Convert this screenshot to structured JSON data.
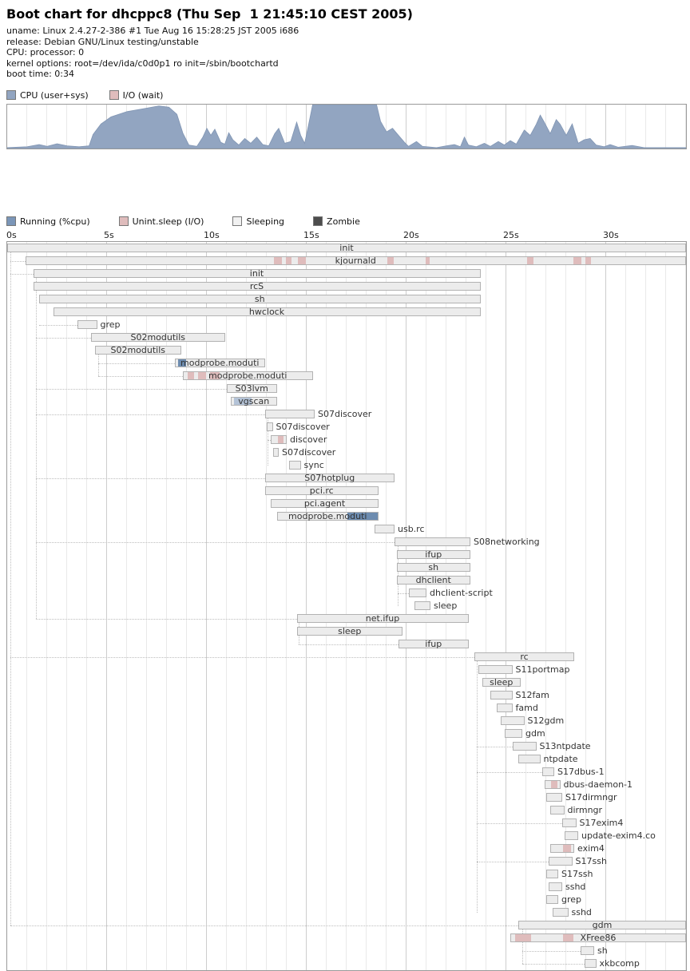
{
  "header": {
    "title": "Boot chart for dhcppc8 (Thu Sep  1 21:45:10 CEST 2005)",
    "info_lines": [
      "uname: Linux 2.4.27-2-386 #1 Tue Aug 16 15:28:25 JST 2005 i686",
      "release: Debian GNU/Linux testing/unstable",
      "CPU: processor: 0",
      "kernel options: root=/dev/ida/c0d0p1 ro init=/sbin/bootchartd",
      "boot time: 0:34"
    ]
  },
  "chart_data": [
    {
      "type": "area",
      "name": "cpu-utilization",
      "legend": [
        {
          "label": "CPU (user+sys)",
          "color": "#92a5c1"
        },
        {
          "label": "I/O (wait)",
          "color": "#dfbcbc"
        }
      ],
      "x_range_s": [
        0,
        34
      ],
      "y_range": [
        0,
        1
      ],
      "curve": [
        [
          0,
          0.02
        ],
        [
          1,
          0.04
        ],
        [
          1.6,
          0.09
        ],
        [
          2,
          0.05
        ],
        [
          2.5,
          0.11
        ],
        [
          3,
          0.06
        ],
        [
          3.6,
          0.04
        ],
        [
          4.1,
          0.06
        ],
        [
          4.3,
          0.32
        ],
        [
          4.7,
          0.56
        ],
        [
          5.2,
          0.72
        ],
        [
          6,
          0.84
        ],
        [
          7,
          0.92
        ],
        [
          7.6,
          0.97
        ],
        [
          8.1,
          0.94
        ],
        [
          8.5,
          0.78
        ],
        [
          8.8,
          0.35
        ],
        [
          9.1,
          0.08
        ],
        [
          9.5,
          0.05
        ],
        [
          9.8,
          0.26
        ],
        [
          10,
          0.46
        ],
        [
          10.2,
          0.3
        ],
        [
          10.4,
          0.44
        ],
        [
          10.7,
          0.14
        ],
        [
          10.9,
          0.1
        ],
        [
          11.1,
          0.36
        ],
        [
          11.3,
          0.2
        ],
        [
          11.6,
          0.08
        ],
        [
          11.9,
          0.23
        ],
        [
          12.2,
          0.12
        ],
        [
          12.5,
          0.26
        ],
        [
          12.8,
          0.09
        ],
        [
          13.1,
          0.06
        ],
        [
          13.4,
          0.34
        ],
        [
          13.6,
          0.46
        ],
        [
          13.9,
          0.12
        ],
        [
          14.2,
          0.16
        ],
        [
          14.5,
          0.6
        ],
        [
          14.7,
          0.3
        ],
        [
          14.9,
          0.12
        ],
        [
          15.1,
          0.55
        ],
        [
          15.3,
          1
        ],
        [
          18.5,
          1
        ],
        [
          18.7,
          0.62
        ],
        [
          19,
          0.38
        ],
        [
          19.3,
          0.46
        ],
        [
          19.6,
          0.3
        ],
        [
          19.9,
          0.14
        ],
        [
          20.1,
          0.05
        ],
        [
          20.5,
          0.16
        ],
        [
          20.8,
          0.05
        ],
        [
          21.5,
          0.02
        ],
        [
          22,
          0.06
        ],
        [
          22.4,
          0.09
        ],
        [
          22.7,
          0.04
        ],
        [
          22.9,
          0.26
        ],
        [
          23.1,
          0.08
        ],
        [
          23.5,
          0.04
        ],
        [
          23.9,
          0.12
        ],
        [
          24.2,
          0.05
        ],
        [
          24.6,
          0.16
        ],
        [
          24.9,
          0.08
        ],
        [
          25.2,
          0.18
        ],
        [
          25.5,
          0.1
        ],
        [
          25.9,
          0.42
        ],
        [
          26.2,
          0.3
        ],
        [
          26.5,
          0.55
        ],
        [
          26.7,
          0.76
        ],
        [
          26.9,
          0.6
        ],
        [
          27.2,
          0.34
        ],
        [
          27.5,
          0.66
        ],
        [
          27.7,
          0.55
        ],
        [
          28,
          0.3
        ],
        [
          28.3,
          0.56
        ],
        [
          28.6,
          0.12
        ],
        [
          28.9,
          0.2
        ],
        [
          29.2,
          0.23
        ],
        [
          29.5,
          0.08
        ],
        [
          29.9,
          0.04
        ],
        [
          30.2,
          0.09
        ],
        [
          30.6,
          0.03
        ],
        [
          31.3,
          0.07
        ],
        [
          31.9,
          0.02
        ],
        [
          33,
          0.02
        ],
        [
          34,
          0.02
        ]
      ]
    },
    {
      "type": "gantt",
      "name": "process-tree",
      "legend": [
        {
          "label": "Running (%cpu)",
          "color": "#7b96b8"
        },
        {
          "label": "Unint.sleep (I/O)",
          "color": "#dfbcbc"
        },
        {
          "label": "Sleeping",
          "color": "#f1f1f1"
        },
        {
          "label": "Zombie",
          "color": "#4d4d4d"
        }
      ],
      "axis_ticks": [
        {
          "label": "0s",
          "s": 0
        },
        {
          "label": "5s",
          "s": 5
        },
        {
          "label": "10s",
          "s": 10
        },
        {
          "label": "15s",
          "s": 15
        },
        {
          "label": "20s",
          "s": 20
        },
        {
          "label": "25s",
          "s": 25
        },
        {
          "label": "30s",
          "s": 30
        }
      ],
      "x_range_s": [
        0,
        34
      ],
      "colors": {
        "bar_fill": "#ececec",
        "bar_border": "#b2b2b2",
        "run": "#6d8cb0",
        "run_light": "#b4c3d7",
        "io": "#dfbcbc",
        "connector": "#bdbdbd"
      },
      "processes": [
        {
          "name": "init",
          "start": 0,
          "end": 34,
          "label_pos": "center"
        },
        {
          "name": "kjournald",
          "start": 0.9,
          "end": 34,
          "label_pos": "center",
          "segments": [
            {
              "type": "io",
              "from": 13.3,
              "to": 13.7
            },
            {
              "type": "io",
              "from": 13.9,
              "to": 14.2
            },
            {
              "type": "io",
              "from": 14.5,
              "to": 14.9
            },
            {
              "type": "io",
              "from": 19.0,
              "to": 19.3
            },
            {
              "type": "io",
              "from": 20.9,
              "to": 21.1
            },
            {
              "type": "io",
              "from": 26.0,
              "to": 26.3
            },
            {
              "type": "io",
              "from": 28.3,
              "to": 28.7
            },
            {
              "type": "io",
              "from": 28.9,
              "to": 29.2
            }
          ]
        },
        {
          "name": "init",
          "start": 1.3,
          "end": 23.7,
          "label_pos": "center"
        },
        {
          "name": "rcS",
          "start": 1.3,
          "end": 23.7,
          "label_pos": "center"
        },
        {
          "name": "sh",
          "start": 1.6,
          "end": 23.7,
          "label_pos": "center"
        },
        {
          "name": "hwclock",
          "start": 2.3,
          "end": 23.7,
          "label_pos": "center"
        },
        {
          "name": "grep",
          "start": 3.5,
          "end": 4.5,
          "label_pos": "right"
        },
        {
          "name": "S02modutils",
          "start": 4.2,
          "end": 10.9,
          "label_pos": "center"
        },
        {
          "name": "S02modutils",
          "start": 4.4,
          "end": 8.7,
          "label_pos": "center"
        },
        {
          "name": "modprobe.moduti",
          "start": 8.4,
          "end": 12.9,
          "label_pos": "center",
          "segments": [
            {
              "type": "run",
              "from": 8.5,
              "to": 8.9
            }
          ]
        },
        {
          "name": "modprobe.moduti",
          "start": 8.8,
          "end": 15.3,
          "label_pos": "center",
          "segments": [
            {
              "type": "io",
              "from": 9.0,
              "to": 9.3
            },
            {
              "type": "io",
              "from": 9.5,
              "to": 9.9
            },
            {
              "type": "io",
              "from": 10.1,
              "to": 10.6
            }
          ]
        },
        {
          "name": "S03lvm",
          "start": 11.0,
          "end": 13.5,
          "label_pos": "center"
        },
        {
          "name": "vgscan",
          "start": 11.2,
          "end": 13.5,
          "label_pos": "center",
          "segments": [
            {
              "type": "run_light",
              "from": 11.3,
              "to": 12.2
            }
          ]
        },
        {
          "name": "S07discover",
          "start": 12.9,
          "end": 15.4,
          "label_pos": "right"
        },
        {
          "name": "S07discover",
          "start": 13.0,
          "end": 13.3,
          "label_pos": "right"
        },
        {
          "name": "discover",
          "start": 13.2,
          "end": 14.0,
          "label_pos": "right",
          "segments": [
            {
              "type": "io",
              "from": 13.5,
              "to": 13.8
            }
          ]
        },
        {
          "name": "S07discover",
          "start": 13.3,
          "end": 13.6,
          "label_pos": "right"
        },
        {
          "name": "sync",
          "start": 14.1,
          "end": 14.7,
          "label_pos": "right"
        },
        {
          "name": "S07hotplug",
          "start": 12.9,
          "end": 19.4,
          "label_pos": "center"
        },
        {
          "name": "pci.rc",
          "start": 12.9,
          "end": 18.6,
          "label_pos": "center"
        },
        {
          "name": "pci.agent",
          "start": 13.2,
          "end": 18.6,
          "label_pos": "center"
        },
        {
          "name": "modprobe.moduti",
          "start": 13.5,
          "end": 18.6,
          "label_pos": "center",
          "segments": [
            {
              "type": "run",
              "from": 17.0,
              "to": 18.5
            }
          ]
        },
        {
          "name": "usb.rc",
          "start": 18.4,
          "end": 19.4,
          "label_pos": "right"
        },
        {
          "name": "S08networking",
          "start": 19.4,
          "end": 23.2,
          "label_pos": "right"
        },
        {
          "name": "ifup",
          "start": 19.5,
          "end": 23.2,
          "label_pos": "center"
        },
        {
          "name": "sh",
          "start": 19.5,
          "end": 23.2,
          "label_pos": "center"
        },
        {
          "name": "dhclient",
          "start": 19.5,
          "end": 23.2,
          "label_pos": "center"
        },
        {
          "name": "dhclient-script",
          "start": 20.1,
          "end": 21.0,
          "label_pos": "right"
        },
        {
          "name": "sleep",
          "start": 20.4,
          "end": 21.2,
          "label_pos": "right"
        },
        {
          "name": "net.ifup",
          "start": 14.5,
          "end": 23.1,
          "label_pos": "center"
        },
        {
          "name": "sleep",
          "start": 14.5,
          "end": 19.8,
          "label_pos": "center"
        },
        {
          "name": "ifup",
          "start": 19.6,
          "end": 23.1,
          "label_pos": "center"
        },
        {
          "name": "rc",
          "start": 23.4,
          "end": 28.4,
          "label_pos": "center"
        },
        {
          "name": "S11portmap",
          "start": 23.6,
          "end": 25.3,
          "label_pos": "right"
        },
        {
          "name": "sleep",
          "start": 23.8,
          "end": 25.7,
          "label_pos": "center"
        },
        {
          "name": "S12fam",
          "start": 24.2,
          "end": 25.3,
          "label_pos": "right"
        },
        {
          "name": "famd",
          "start": 24.5,
          "end": 25.3,
          "label_pos": "right"
        },
        {
          "name": "S12gdm",
          "start": 24.7,
          "end": 25.9,
          "label_pos": "right"
        },
        {
          "name": "gdm",
          "start": 24.9,
          "end": 25.8,
          "label_pos": "right"
        },
        {
          "name": "S13ntpdate",
          "start": 25.3,
          "end": 26.5,
          "label_pos": "right"
        },
        {
          "name": "ntpdate",
          "start": 25.6,
          "end": 26.7,
          "label_pos": "right"
        },
        {
          "name": "S17dbus-1",
          "start": 26.8,
          "end": 27.4,
          "label_pos": "right"
        },
        {
          "name": "dbus-daemon-1",
          "start": 26.9,
          "end": 27.7,
          "label_pos": "right",
          "segments": [
            {
              "type": "io",
              "from": 27.2,
              "to": 27.5
            }
          ]
        },
        {
          "name": "S17dirmngr",
          "start": 27.0,
          "end": 27.8,
          "label_pos": "right"
        },
        {
          "name": "dirmngr",
          "start": 27.2,
          "end": 27.9,
          "label_pos": "right"
        },
        {
          "name": "S17exim4",
          "start": 27.8,
          "end": 28.5,
          "label_pos": "right"
        },
        {
          "name": "update-exim4.co",
          "start": 27.9,
          "end": 28.6,
          "label_pos": "right"
        },
        {
          "name": "exim4",
          "start": 27.2,
          "end": 28.4,
          "label_pos": "right",
          "segments": [
            {
              "type": "io",
              "from": 27.8,
              "to": 28.2
            }
          ]
        },
        {
          "name": "S17ssh",
          "start": 27.1,
          "end": 28.3,
          "label_pos": "right"
        },
        {
          "name": "S17ssh",
          "start": 27.0,
          "end": 27.6,
          "label_pos": "right"
        },
        {
          "name": "sshd",
          "start": 27.1,
          "end": 27.8,
          "label_pos": "right"
        },
        {
          "name": "grep",
          "start": 27.0,
          "end": 27.6,
          "label_pos": "right"
        },
        {
          "name": "sshd",
          "start": 27.3,
          "end": 28.1,
          "label_pos": "right"
        },
        {
          "name": "gdm",
          "start": 25.6,
          "end": 34,
          "label_pos": "center"
        },
        {
          "name": "XFree86",
          "start": 25.2,
          "end": 34,
          "label_pos": "center",
          "segments": [
            {
              "type": "io",
              "from": 25.4,
              "to": 26.2
            },
            {
              "type": "io",
              "from": 27.8,
              "to": 28.3
            }
          ]
        },
        {
          "name": "sh",
          "start": 28.7,
          "end": 29.4,
          "label_pos": "right"
        },
        {
          "name": "xkbcomp",
          "start": 28.9,
          "end": 29.5,
          "label_pos": "right"
        }
      ],
      "connectors": {
        "verticals": [
          {
            "x": 0.15,
            "from_row": 0,
            "to_row": 53
          },
          {
            "x": 1.45,
            "from_row": 2,
            "to_row": 29
          },
          {
            "x": 4.55,
            "from_row": 8,
            "to_row": 10
          },
          {
            "x": 13.05,
            "from_row": 13,
            "to_row": 17
          },
          {
            "x": 19.55,
            "from_row": 23,
            "to_row": 28
          },
          {
            "x": 14.6,
            "from_row": 29,
            "to_row": 31
          },
          {
            "x": 23.5,
            "from_row": 32,
            "to_row": 52
          },
          {
            "x": 25.8,
            "from_row": 53,
            "to_row": 56
          }
        ],
        "horizontals": [
          {
            "row": 1,
            "from_x": 0.15,
            "to_x": 0.9
          },
          {
            "row": 2,
            "from_x": 0.15,
            "to_x": 1.3
          },
          {
            "row": 6,
            "from_x": 1.6,
            "to_x": 3.5
          },
          {
            "row": 7,
            "from_x": 1.45,
            "to_x": 4.2
          },
          {
            "row": 9,
            "from_x": 4.55,
            "to_x": 8.4
          },
          {
            "row": 10,
            "from_x": 4.55,
            "to_x": 8.8
          },
          {
            "row": 11,
            "from_x": 1.45,
            "to_x": 11.0
          },
          {
            "row": 13,
            "from_x": 1.45,
            "to_x": 12.9
          },
          {
            "row": 15,
            "from_x": 13.05,
            "to_x": 13.2
          },
          {
            "row": 18,
            "from_x": 1.45,
            "to_x": 12.9
          },
          {
            "row": 23,
            "from_x": 1.45,
            "to_x": 19.4
          },
          {
            "row": 27,
            "from_x": 19.55,
            "to_x": 20.1
          },
          {
            "row": 29,
            "from_x": 1.45,
            "to_x": 14.5
          },
          {
            "row": 31,
            "from_x": 14.6,
            "to_x": 19.6
          },
          {
            "row": 32,
            "from_x": 0.15,
            "to_x": 23.4
          },
          {
            "row": 39,
            "from_x": 23.5,
            "to_x": 25.3
          },
          {
            "row": 41,
            "from_x": 23.5,
            "to_x": 26.8
          },
          {
            "row": 45,
            "from_x": 23.5,
            "to_x": 27.8
          },
          {
            "row": 48,
            "from_x": 23.5,
            "to_x": 27.1
          },
          {
            "row": 53,
            "from_x": 0.15,
            "to_x": 25.6
          },
          {
            "row": 55,
            "from_x": 25.8,
            "to_x": 28.7
          },
          {
            "row": 56,
            "from_x": 25.8,
            "to_x": 28.9
          }
        ]
      }
    }
  ]
}
